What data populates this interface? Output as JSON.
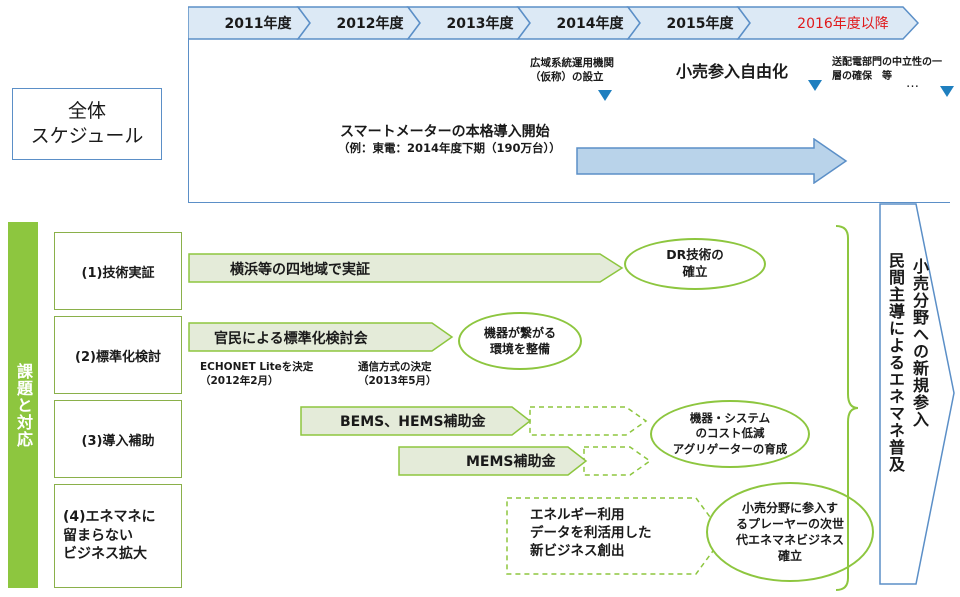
{
  "timeline": {
    "years": [
      "2011年度",
      "2012年度",
      "2013年度",
      "2014年度",
      "2015年度",
      "2016年度以降"
    ]
  },
  "schedule": {
    "label": "全体\nスケジュール",
    "smart_meter_title": "スマートメーターの本格導入開始",
    "smart_meter_example": "（例：東電：2014年度下期（190万台））",
    "wide_area_org": "広域系統運用機関\n（仮称）の設立",
    "retail_liberalization": "小売参入自由化",
    "distribution_neutrality": "送配電部門の中立性の一\n層の確保　等",
    "ellipsis": "…"
  },
  "issues": {
    "vertical_label": "課題と対応",
    "rows": [
      {
        "label": "(1)技術実証"
      },
      {
        "label": "(2)標準化検討"
      },
      {
        "label": "(3)導入補助"
      },
      {
        "label": "(4)エネマネに\n留まらない\nビジネス拡大"
      }
    ]
  },
  "bars": {
    "demo": "横浜等の四地域で実証",
    "standard": "官民による標準化検討会",
    "echonet": "ECHONET Liteを決定\n（2012年2月）",
    "comm": "通信方式の決定\n（2013年5月）",
    "bems": "BEMS、HEMS補助金",
    "mems": "MEMS補助金",
    "data_business": "エネルギー利用\nデータを利活用した\n新ビジネス創出"
  },
  "outcomes": {
    "dr": "DR技術の\n確立",
    "devices": "機器が繋がる\n環境を整備",
    "cost": "機器・システム\nのコスト低減\nアグリゲーターの育成",
    "players": "小売分野に参入す\nるプレーヤーの次世\n代エネマネビジネス\n確立"
  },
  "goal": {
    "col1": "小売分野への新規参入",
    "col2": "民間主導によるエネマネ普及"
  },
  "colors": {
    "timeline_fill": "#dce9f5",
    "timeline_border": "#5b8fc7",
    "highlight_red": "#e0191b",
    "green": "#8dc63f",
    "gray_fill": "#e4ebd9",
    "blue_arrow": "#b9d3ea"
  }
}
